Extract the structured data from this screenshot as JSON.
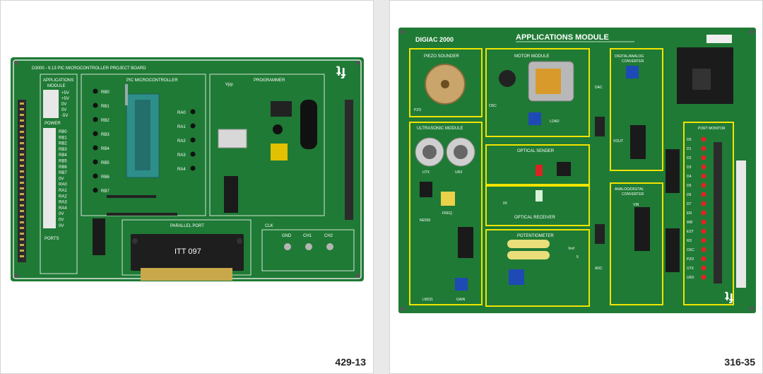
{
  "colors": {
    "pcb": "#1f7a35",
    "pcb_dark": "#155c26",
    "silk": "#ffffff",
    "outline_yellow": "#f1e300",
    "connector": "#222222",
    "gold": "#c8a84a"
  },
  "left_product": {
    "code": "429-13",
    "board_title": "D3000 - 9.13 PIC MICROCONTROLLER PROJECT BOARD",
    "sections": {
      "applications": "APPLICATIONS MODULE",
      "microcontroller": "PIC MICROCONTROLLER",
      "programmer": "PROGRAMMER",
      "power": "POWER",
      "ports": "PORTS",
      "parallel_port": "PARALLEL PORT",
      "clk": "CLK",
      "vpp": "Vpp"
    },
    "power_labels": [
      "+5V",
      "+5V",
      "0V",
      "0V",
      "-5V"
    ],
    "port_labels": [
      "RB0",
      "RB1",
      "RB2",
      "RB3",
      "RB4",
      "RB5",
      "RB6",
      "RB7",
      "0V",
      "RA0",
      "RA1",
      "RA2",
      "RA3",
      "RA4",
      "0V",
      "0V",
      "0V"
    ],
    "rb_pins": [
      "RB0",
      "RB1",
      "RB2",
      "RB3",
      "RB4",
      "RB5",
      "RB6",
      "RB7"
    ],
    "ra_pins": [
      "RA0",
      "RA1",
      "RA2",
      "RA3",
      "RA4"
    ],
    "scope_labels": [
      "GND",
      "CH1",
      "CH2"
    ],
    "connector_text": "ITT 097"
  },
  "right_product": {
    "code": "316-35",
    "brand": "DIGIAC 2000",
    "title": "APPLICATIONS MODULE",
    "modules": {
      "piezo": "PIEZO SOUNDER",
      "motor": "MOTOR MODULE",
      "dac": "DIGITAL/ANALOG CONVERTER",
      "ultrasonic": "ULTRASONIC MODULE",
      "optical_sender": "OPTICAL SENDER",
      "optical_receiver": "OPTICAL RECEIVER",
      "potentiometer": "POTENTIOMETER",
      "adc": "ANALOG/DIGITAL CONVERTER",
      "port_monitor": "PORT MONITOR"
    },
    "small_labels": {
      "pzo": "PZO",
      "osc": "OSC",
      "load": "LOAD",
      "ov": "0V",
      "dac": "DAC",
      "adc": "ADC",
      "utx": "UTX",
      "urx": "URX",
      "freq": "FREQ",
      "ne555": "NE555",
      "lm311": "LM311",
      "gain": "GAIN",
      "vout": "VOUT",
      "vin": "VIN",
      "vref": "Vref",
      "five": "5"
    },
    "monitor_labels": [
      "D0",
      "D1",
      "D2",
      "D3",
      "D4",
      "D5",
      "D6",
      "D7",
      "EN",
      "WR",
      "EST",
      "RD",
      "OSC",
      "PZO",
      "UTX",
      "URX"
    ]
  }
}
